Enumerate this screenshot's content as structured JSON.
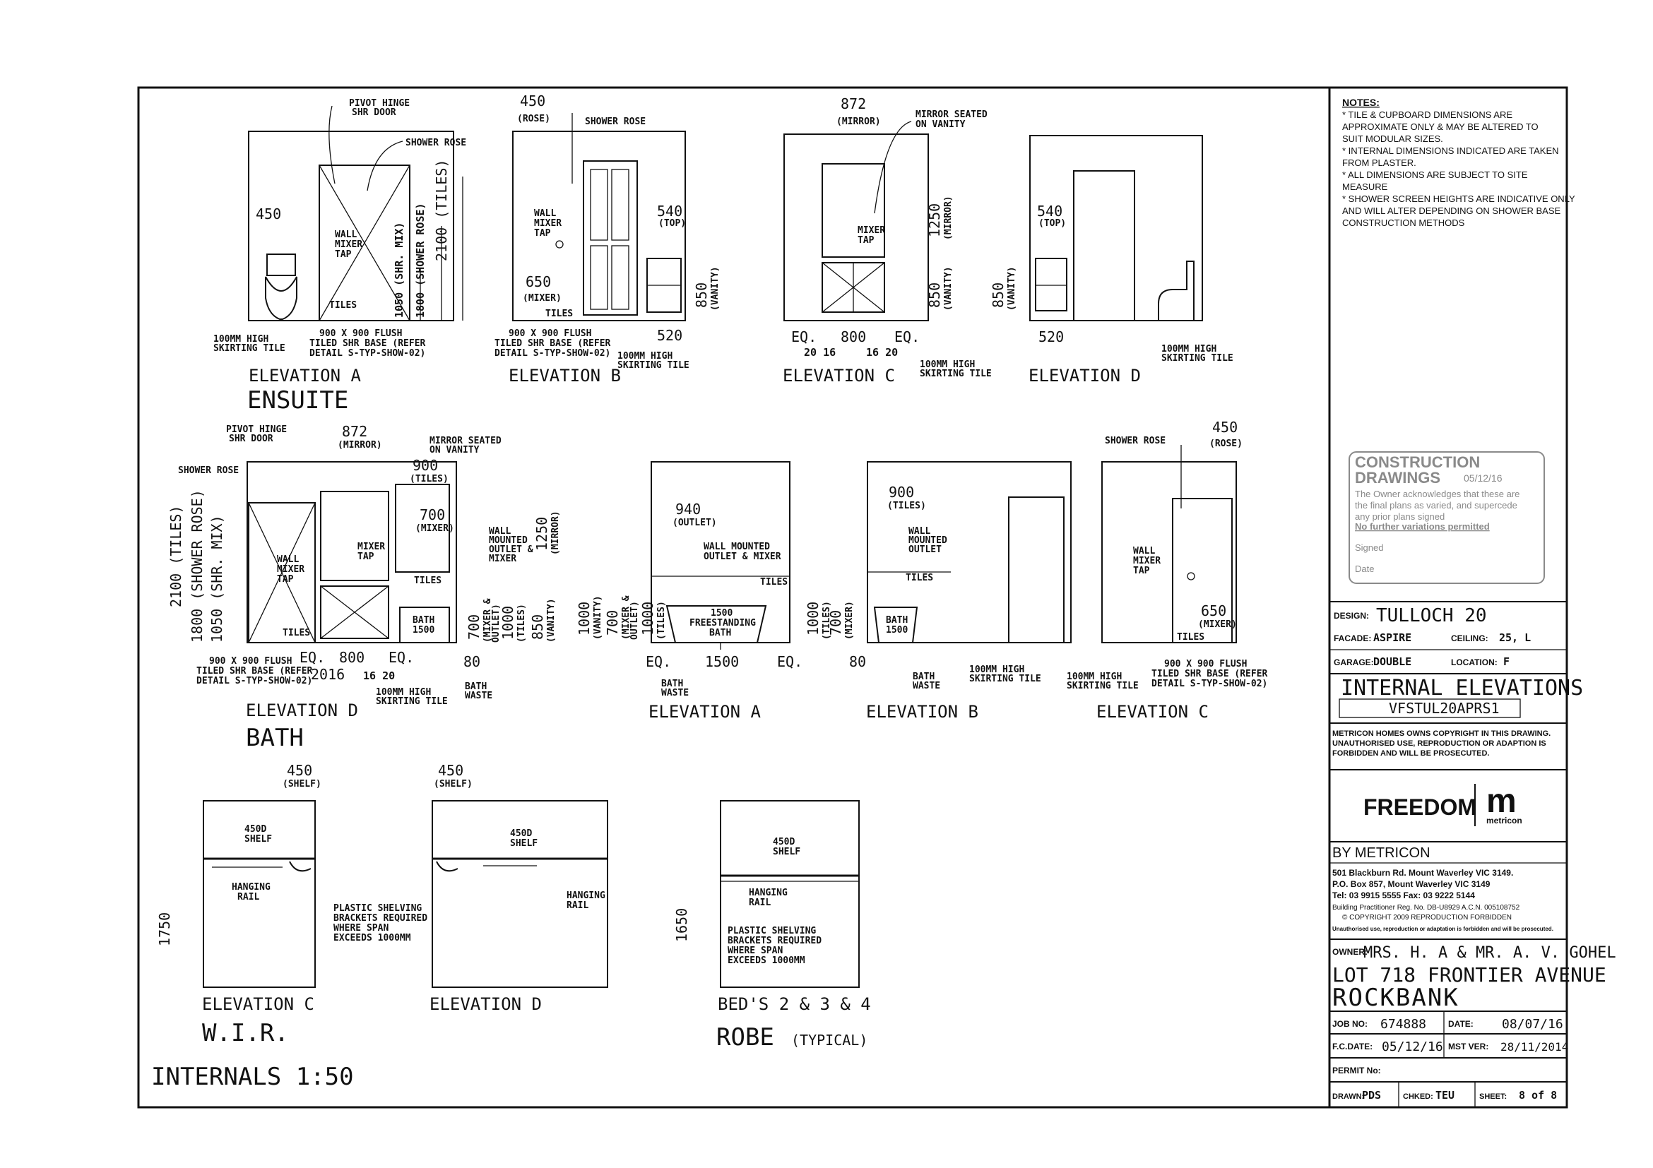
{
  "sheet": {
    "scale_title": "INTERNALS 1:50"
  },
  "ensuite": {
    "title": "ENSUITE",
    "elev_a": {
      "label": "ELEVATION A",
      "notes": [
        "PIVOT HINGE",
        "SHR DOOR",
        "SHOWER ROSE",
        "450",
        "WALL",
        "MIXER",
        "TAP",
        "TILES",
        "100MM HIGH",
        "SKIRTING TILE",
        "900 X 900 FLUSH",
        "TILED SHR BASE (REFER",
        "DETAIL S-TYP-SHOW-02)",
        "1050 (SHR. MIX)",
        "1800 (SHOWER ROSE)",
        "2100 (TILES)"
      ]
    },
    "elev_b": {
      "label": "ELEVATION B",
      "notes": [
        "450",
        "(ROSE)",
        "SHOWER ROSE",
        "WALL",
        "MIXER",
        "TAP",
        "540",
        "(TOP)",
        "650",
        "(MIXER)",
        "TILES",
        "850",
        "(VANITY)",
        "520",
        "900 X 900 FLUSH",
        "TILED SHR BASE (REFER",
        "DETAIL S-TYP-SHOW-02)",
        "100MM HIGH",
        "SKIRTING TILE"
      ]
    },
    "elev_c": {
      "label": "ELEVATION C",
      "notes": [
        "872",
        "(MIRROR)",
        "MIRROR SEATED",
        "ON VANITY",
        "MIXER",
        "TAP",
        "1250",
        "(MIRROR)",
        "850",
        "(VANITY)",
        "EQ.",
        "800",
        "EQ.",
        "20 16",
        "16 20",
        "100MM HIGH",
        "SKIRTING TILE"
      ]
    },
    "elev_d": {
      "label": "ELEVATION D",
      "notes": [
        "540",
        "(TOP)",
        "850",
        "(VANITY)",
        "520",
        "100MM HIGH",
        "SKIRTING TILE"
      ]
    }
  },
  "bath": {
    "title": "BATH",
    "elev_d": {
      "label": "ELEVATION D",
      "notes": [
        "PIVOT HINGE",
        "SHR DOOR",
        "SHOWER ROSE",
        "872",
        "(MIRROR)",
        "MIRROR SEATED",
        "ON VANITY",
        "900",
        "(TILES)",
        "700",
        "(MIXER)",
        "WALL",
        "MOUNTED",
        "OUTLET &",
        "MIXER",
        "WALL",
        "MIXER",
        "TAP",
        "MIXER",
        "TAP",
        "TILES",
        "BATH",
        "1500",
        "TILES",
        "2100 (TILES)",
        "1800 (SHOWER ROSE)",
        "1050 (SHR. MIX)",
        "1250",
        "(MIRROR)",
        "700",
        "(MIXER &",
        "OUTLET)",
        "1000",
        "(TILES)",
        "850",
        "(VANITY)",
        "900 X 900 FLUSH",
        "TILED SHR BASE (REFER",
        "DETAIL S-TYP-SHOW-02)",
        "2016",
        "EQ.",
        "800",
        "EQ.",
        "16 20",
        "80",
        "100MM HIGH",
        "SKIRTING TILE",
        "BATH",
        "WASTE"
      ]
    },
    "elev_a": {
      "label": "ELEVATION A",
      "notes": [
        "940",
        "(OUTLET)",
        "WALL MOUNTED",
        "OUTLET & MIXER",
        "TILES",
        "1500",
        "FREESTANDING",
        "BATH",
        "1000",
        "(VANITY)",
        "700",
        "(MIXER &",
        "OUTLET)",
        "1000",
        "(TILES)",
        "EQ.",
        "1500",
        "EQ.",
        "BATH",
        "WASTE"
      ]
    },
    "elev_b": {
      "label": "ELEVATION B",
      "notes": [
        "900",
        "(TILES)",
        "WALL",
        "MOUNTED",
        "OUTLET",
        "TILES",
        "BATH",
        "1500",
        "1000",
        "(TILES)",
        "700",
        "(MIXER)",
        "80",
        "BATH",
        "WASTE",
        "100MM HIGH",
        "SKIRTING TILE"
      ]
    },
    "elev_c": {
      "label": "ELEVATION C",
      "notes": [
        "SHOWER ROSE",
        "450",
        "(ROSE)",
        "WALL",
        "MIXER",
        "TAP",
        "650",
        "(MIXER)",
        "TILES",
        "100MM HIGH",
        "SKIRTING TILE",
        "900 X 900 FLUSH",
        "TILED SHR BASE (REFER",
        "DETAIL S-TYP-SHOW-02)"
      ]
    }
  },
  "wir": {
    "title": "W.I.R.",
    "elev_c": {
      "label": "ELEVATION C",
      "notes": [
        "450",
        "(SHELF)",
        "450D",
        "SHELF",
        "HANGING",
        "RAIL",
        "PLASTIC SHELVING",
        "BRACKETS REQUIRED",
        "WHERE SPAN",
        "EXCEEDS 1000MM",
        "1750"
      ]
    },
    "elev_d": {
      "label": "ELEVATION D",
      "notes": [
        "450",
        "(SHELF)",
        "450D",
        "SHELF",
        "HANGING",
        "RAIL"
      ]
    }
  },
  "robe": {
    "title": "ROBE",
    "title_suffix": "(TYPICAL)",
    "label": "BED'S 2 & 3 & 4",
    "notes": [
      "450D",
      "SHELF",
      "HANGING",
      "RAIL",
      "PLASTIC SHELVING",
      "BRACKETS REQUIRED",
      "WHERE SPAN",
      "EXCEEDS 1000MM",
      "1650"
    ]
  },
  "title_block": {
    "notes_heading": "NOTES:",
    "notes": [
      "* TILE & CUPBOARD DIMENSIONS ARE",
      "APPROXIMATE ONLY & MAY BE ALTERED TO",
      "SUIT MODULAR SIZES.",
      "* INTERNAL DIMENSIONS INDICATED ARE TAKEN",
      "FROM PLASTER.",
      "* ALL DIMENSIONS ARE SUBJECT TO SITE",
      "MEASURE",
      "* SHOWER SCREEN HEIGHTS ARE INDICATIVE ONLY",
      "AND WILL ALTER DEPENDING ON SHOWER BASE",
      "CONSTRUCTION METHODS"
    ],
    "stamp": {
      "line1": "CONSTRUCTION",
      "line2": "DRAWINGS",
      "date": "05/12/16",
      "body": [
        "The Owner acknowledges that these are",
        "the final plans as varied, and supercede",
        "any prior plans signed"
      ],
      "emphasis": "No further variations permitted",
      "signed": "Signed",
      "date_label": "Date"
    },
    "design_label": "DESIGN:",
    "design": "TULLOCH 20",
    "facade_label": "FACADE:",
    "facade": "ASPIRE",
    "ceiling_label": "CEILING:",
    "ceiling": "25, L",
    "garage_label": "GARAGE:",
    "garage": "DOUBLE",
    "location_label": "LOCATION:",
    "location": "F",
    "sheet_title": "INTERNAL ELEVATIONS",
    "sheet_code": "VFSTUL20APRS1",
    "copyright": [
      "METRICON HOMES OWNS COPYRIGHT IN THIS DRAWING.",
      "UNAUTHORISED USE, REPRODUCTION OR ADAPTION IS",
      "FORBIDDEN AND WILL BE PROSECUTED."
    ],
    "brand": "FREEDOM",
    "logo_letter": "m",
    "logo_word": "metricon",
    "by": "BY METRICON",
    "address": [
      "501 Blackburn Rd. Mount Waverley VIC 3149.",
      "P.O. Box 857, Mount Waverley VIC 3149",
      "Tel: 03 9915 5555 Fax: 03 9222 5144",
      "Building Practitioner Reg. No. DB-U8929 A.C.N. 005108752",
      "© COPYRIGHT 2009 REPRODUCTION FORBIDDEN",
      "Unauthorised use, reproduction or adaptation is forbidden and will be prosecuted."
    ],
    "owner_label": "OWNER:",
    "owner": "MRS. H. A & MR. A. V. GOHEL",
    "lot": "LOT 718 FRONTIER AVENUE",
    "suburb": "ROCKBANK",
    "job_label": "JOB NO:",
    "job": "674888",
    "date_label": "DATE:",
    "date": "08/07/16",
    "fc_label": "F.C.DATE:",
    "fc": "05/12/16",
    "mst_label": "MST VER:",
    "mst": "28/11/2014",
    "permit_label": "PERMIT No:",
    "drawn_label": "DRAWN:",
    "drawn": "PDS",
    "chkd_label": "CHKED:",
    "chkd": "TEU",
    "sheet_label": "SHEET:",
    "sheet": "8 of 8"
  }
}
